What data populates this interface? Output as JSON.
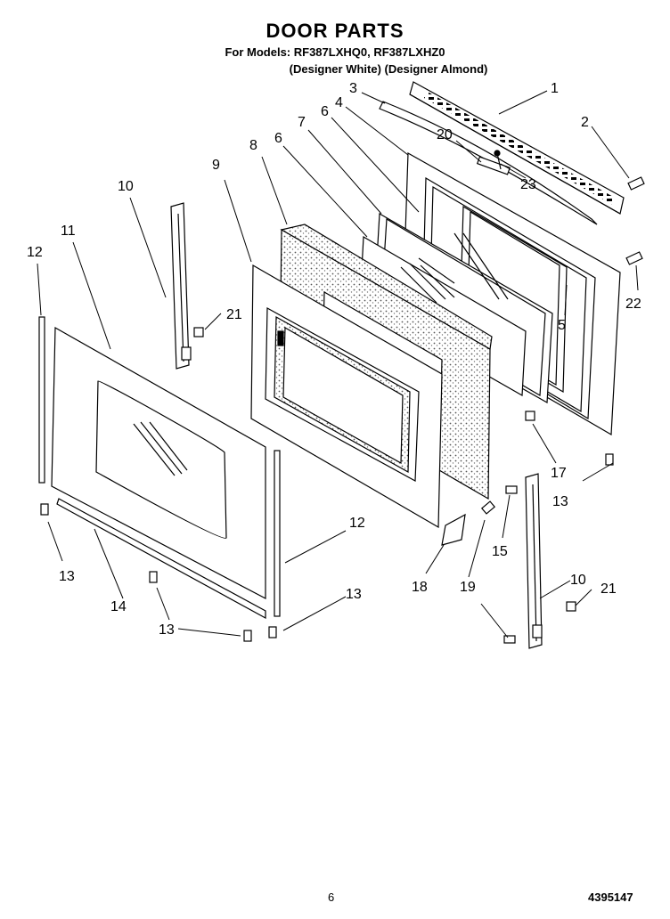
{
  "header": {
    "title": "DOOR PARTS",
    "models": "For Models: RF387LXHQ0, RF387LXHZ0",
    "variants": "(Designer White) (Designer Almond)"
  },
  "callouts": {
    "c1": "1",
    "c2": "2",
    "c3": "3",
    "c4": "4",
    "c5": "5",
    "c6a": "6",
    "c6b": "6",
    "c7": "7",
    "c8": "8",
    "c9": "9",
    "c10a": "10",
    "c10b": "10",
    "c11": "11",
    "c12a": "12",
    "c12b": "12",
    "c13a": "13",
    "c13b": "13",
    "c13c": "13",
    "c13d": "13",
    "c14": "14",
    "c15": "15",
    "c17": "17",
    "c18": "18",
    "c19": "19",
    "c20": "20",
    "c21a": "21",
    "c21b": "21",
    "c22": "22",
    "c23": "23"
  },
  "footer": {
    "page_number": "6",
    "doc_number": "4395147"
  }
}
